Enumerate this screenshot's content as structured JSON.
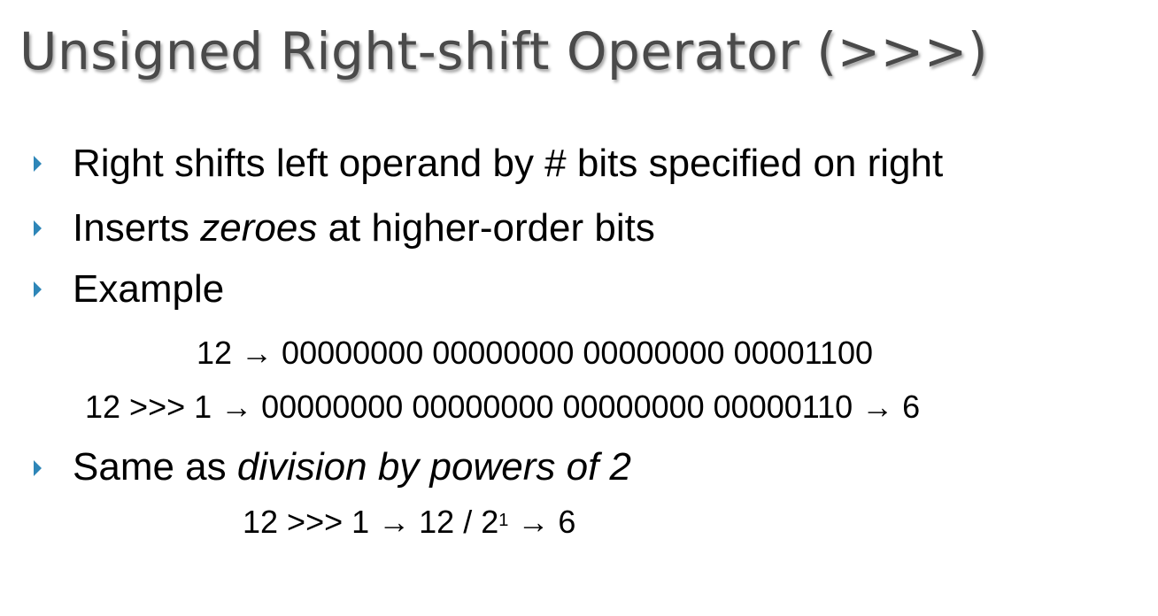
{
  "slide": {
    "title": "Unsigned Right-shift Operator (>>>)",
    "bullets": [
      {
        "text": "Right shifts left operand by # bits specified on right"
      },
      {
        "before": "Inserts ",
        "em": "zeroes",
        "after": " at higher-order bits"
      },
      {
        "text": "Example"
      },
      {
        "before": "Same as ",
        "em": "division by powers of 2",
        "after": ""
      }
    ],
    "example_lines": [
      "12 → 00000000 00000000 00000000 00001100",
      "12 >>> 1 → 00000000 00000000 00000000 00000110 → 6"
    ],
    "division_example": {
      "before": "12 >>> 1 → 12 / 2",
      "exponent": "1",
      "after": " → 6"
    },
    "bullet_color": "#2e86b8",
    "title_color": "#4a4a4a"
  }
}
